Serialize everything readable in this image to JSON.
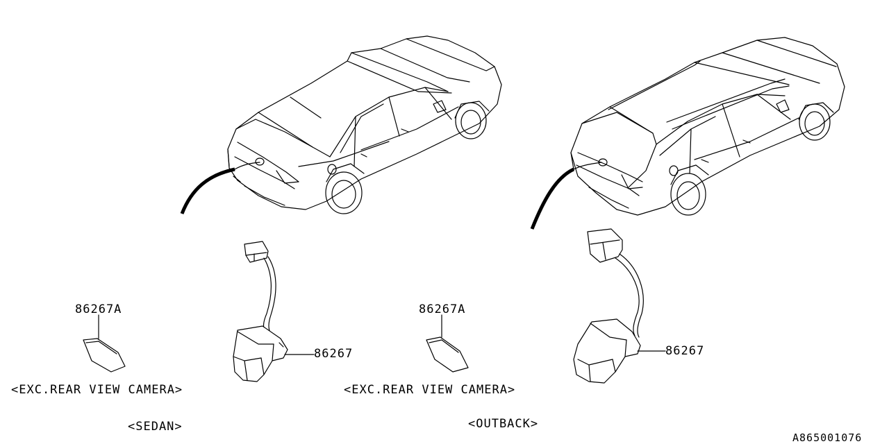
{
  "sedan": {
    "callout_plug": "86267A",
    "callout_camera": "86267",
    "plug_note": "<EXC.REAR VIEW CAMERA>",
    "variant": "<SEDAN>"
  },
  "outback": {
    "callout_plug": "86267A",
    "callout_camera": "86267",
    "plug_note": "<EXC.REAR VIEW CAMERA>",
    "variant": "<OUTBACK>"
  },
  "diagram_id": "A865001076"
}
